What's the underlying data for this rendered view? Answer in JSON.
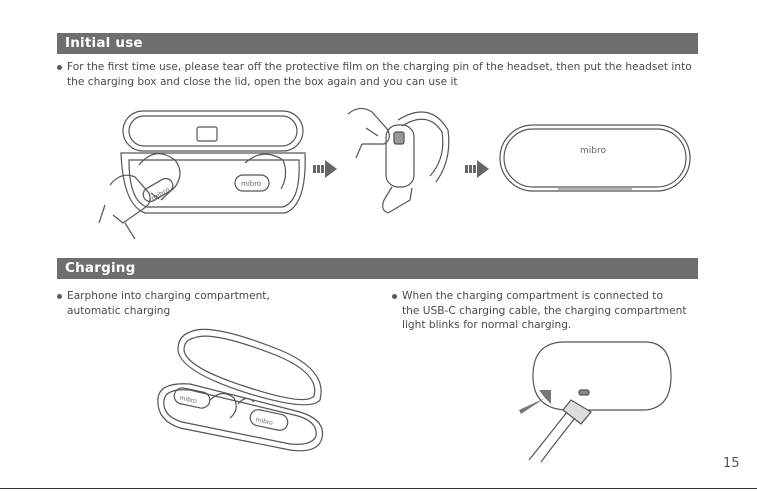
{
  "sections": [
    {
      "title": "Initial use",
      "bullets": [
        {
          "lines": [
            "For the first time use, please tear off the protective film on the charging pin of the headset, then put the headset into",
            "the charging box and close the lid, open the box again and you can use it"
          ]
        }
      ]
    },
    {
      "title": "Charging",
      "bullets": [
        {
          "lines": [
            "Earphone into charging compartment,",
            "automatic charging"
          ]
        },
        {
          "lines": [
            "When the charging compartment is connected to",
            "the USB-C charging cable, the charging compartment",
            "light blinks for normal  charging."
          ]
        }
      ]
    }
  ],
  "brand_logo_text": "mibro",
  "page_number": "15"
}
